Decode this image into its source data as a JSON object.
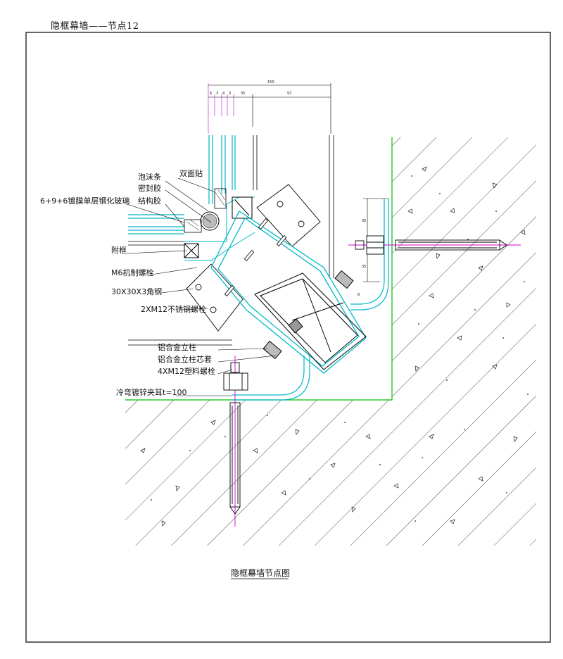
{
  "page_title": "隐框幕墙——节点12",
  "caption": "隐框幕墙节点图",
  "labels": {
    "foam_strip": "泡沫条",
    "double_sided_tape": "双面贴",
    "sealant": "密封胶",
    "glass": "6+9+6镀膜单层钢化玻璃",
    "structural_sealant": "结构胶",
    "frame": "附框",
    "m6_bolt": "M6机制螺栓",
    "angle_steel": "30X30X3角钢",
    "ss_bolt": "2XM12不锈钢螺栓",
    "mullion": "铝合金立柱",
    "mullion_core": "铝合金立柱芯套",
    "plastic_bolt": "4XM12塑料螺栓",
    "clip": "冷弯镀锌夹耳t=100"
  },
  "dims": {
    "top": [
      "6",
      "3",
      "4",
      "3",
      "35",
      "97"
    ],
    "overall": "150",
    "side": [
      "35",
      "35",
      "8"
    ]
  }
}
